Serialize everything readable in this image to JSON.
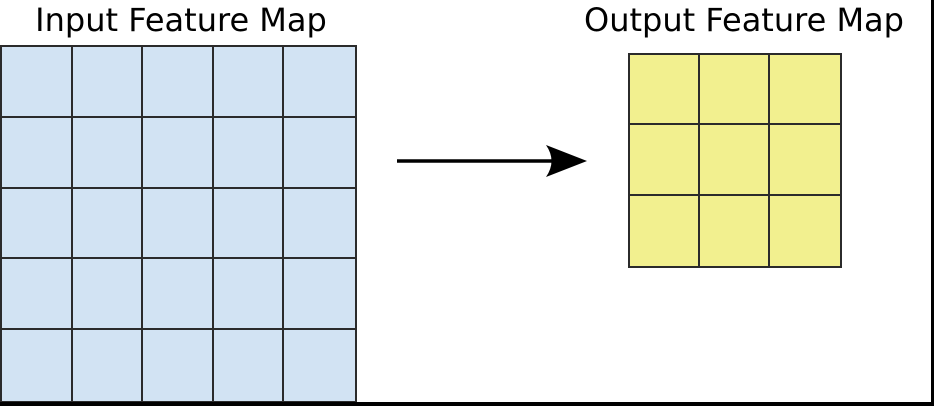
{
  "figure": {
    "background": "#ffffff",
    "border_color": "#000000"
  },
  "input_map": {
    "title": "Input Feature Map",
    "rows": 5,
    "cols": 5,
    "fill": "#d2e3f3",
    "line_color": "#2b2b2b"
  },
  "output_map": {
    "title": "Output Feature Map",
    "rows": 3,
    "cols": 3,
    "fill": "#f2f08f",
    "line_color": "#2b2b2b"
  },
  "arrow": {
    "color": "#000000",
    "direction": "right"
  }
}
